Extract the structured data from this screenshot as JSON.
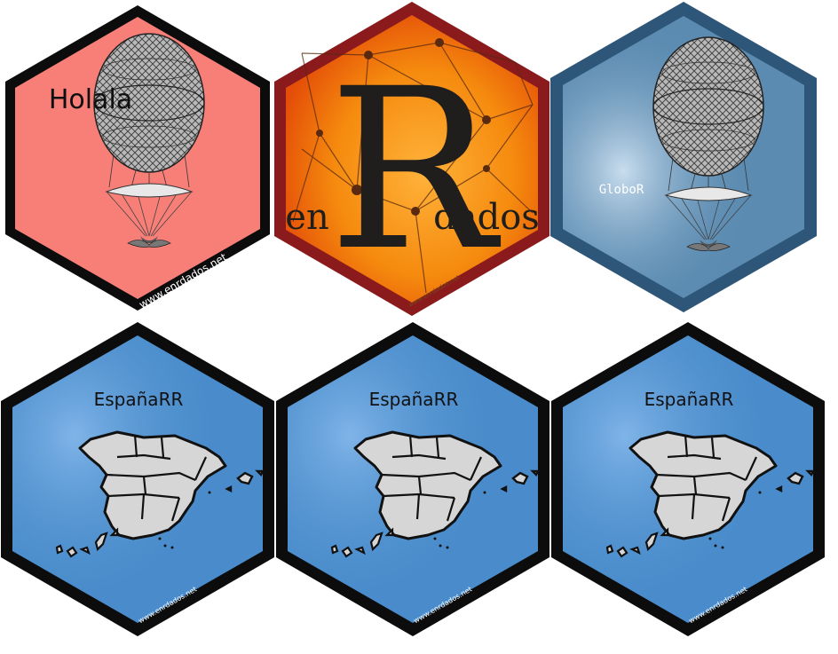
{
  "stickers": [
    {
      "title": "Holala",
      "watermark": "www.enrdados.net",
      "fill": "#f77f78",
      "border": "#0c0c0c",
      "title_color": "#0f0f0f",
      "icon": "hot-air-balloon-icon"
    },
    {
      "logo_left": "en",
      "logo_big": "R",
      "logo_right": "dados",
      "watermark": "www.enrdados.net",
      "fill": "#f58a0e",
      "border": "#8a1a1b",
      "text_color": "#1f1e1c",
      "icon": "network-graph-icon"
    },
    {
      "title": "GloboR",
      "watermark": "",
      "fill": "#5b8bb1",
      "border": "#2e5679",
      "title_color": "#ffffff",
      "icon": "hot-air-balloon-icon"
    },
    {
      "title": "EspañaRR",
      "watermark": "www.enrdados.net",
      "fill": "#4a8ccb",
      "border": "#0c0c0c",
      "title_color": "#111111",
      "icon": "spain-map-icon"
    },
    {
      "title": "EspañaRR",
      "watermark": "www.enrdados.net",
      "fill": "#4a8ccb",
      "border": "#0c0c0c",
      "title_color": "#111111",
      "icon": "spain-map-icon"
    },
    {
      "title": "EspañaRR",
      "watermark": "www.enrdados.net",
      "fill": "#4a8ccb",
      "border": "#0c0c0c",
      "title_color": "#111111",
      "icon": "spain-map-icon"
    }
  ]
}
